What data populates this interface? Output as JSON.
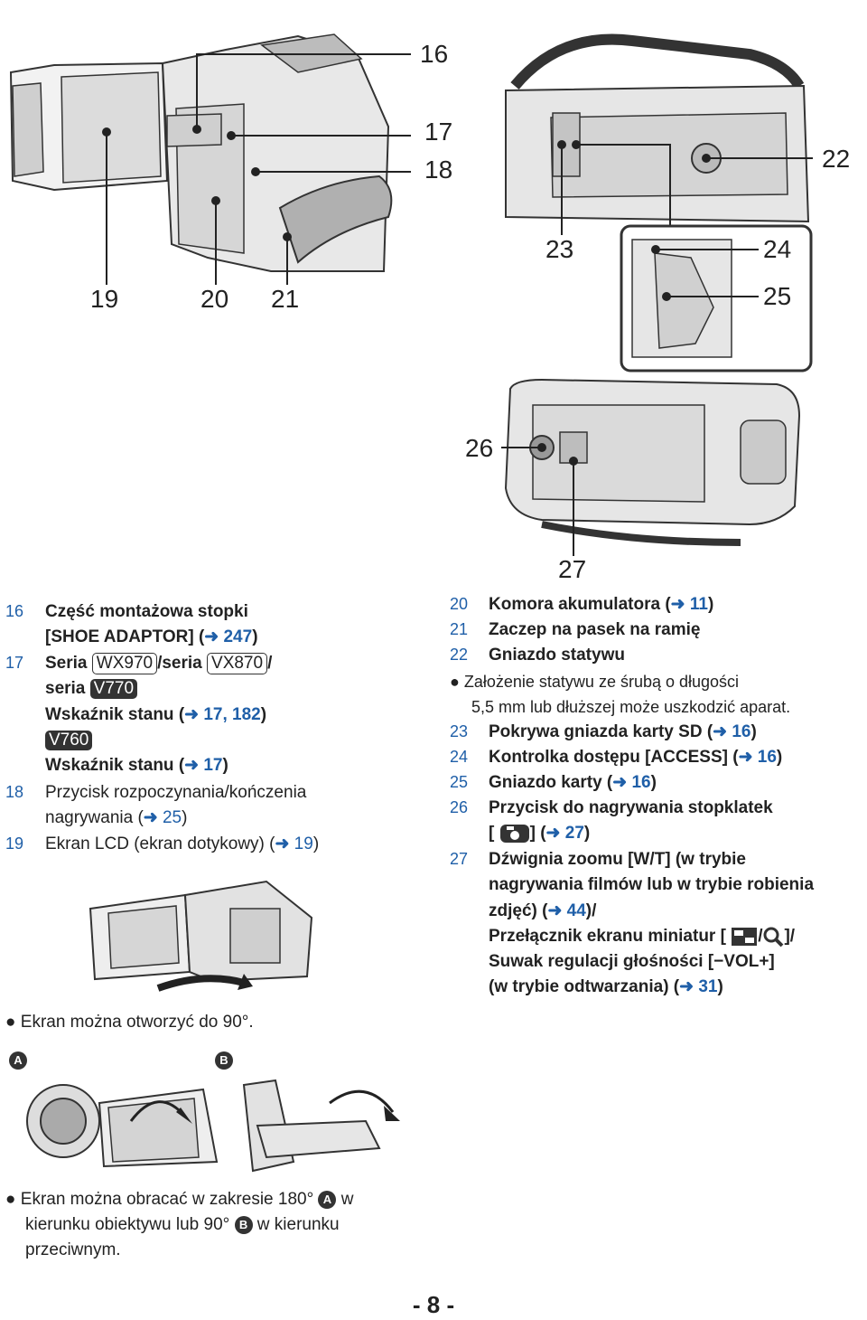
{
  "callouts": {
    "c16": "16",
    "c17": "17",
    "c18": "18",
    "c19": "19",
    "c20": "20",
    "c21": "21",
    "c22": "22",
    "c23": "23",
    "c24": "24",
    "c25": "25",
    "c26": "26",
    "c27": "27"
  },
  "left_list": [
    {
      "num": "16",
      "lines": [
        "Część montażowa stopki",
        "[SHOE ADAPTOR] (",
        "247",
        ")"
      ]
    },
    {
      "num": "17",
      "seria": "Seria",
      "model1": "WX970",
      "sep": "/seria",
      "model2": "VX870",
      "slash": "/",
      "seria2": "seria",
      "model3": "V770",
      "status1": "Wskaźnik stanu (",
      "ref1": "17, 182",
      "close1": ")",
      "model4": "V760",
      "status2": "Wskaźnik stanu (",
      "ref2": "17",
      "close2": ")"
    },
    {
      "num": "18",
      "line1": "Przycisk rozpoczynania/kończenia",
      "line2": "nagrywania (",
      "ref": "25",
      "close": ")"
    },
    {
      "num": "19",
      "line1": "Ekran LCD (ekran dotykowy) (",
      "ref": "19",
      "close": ")"
    }
  ],
  "right_list": {
    "i20": {
      "num": "20",
      "text": "Komora akumulatora (",
      "ref": "11",
      "close": ")"
    },
    "i21": {
      "num": "21",
      "text": "Zaczep na pasek na ramię"
    },
    "i22": {
      "num": "22",
      "text": "Gniazdo statywu"
    },
    "note22a": "Założenie statywu ze śrubą o długości",
    "note22b": "5,5 mm lub dłuższej może uszkodzić aparat.",
    "i23": {
      "num": "23",
      "text": "Pokrywa gniazda karty SD (",
      "ref": "16",
      "close": ")"
    },
    "i24": {
      "num": "24",
      "text": "Kontrolka dostępu [ACCESS] (",
      "ref": "16",
      "close": ")"
    },
    "i25": {
      "num": "25",
      "text": "Gniazdo karty (",
      "ref": "16",
      "close": ")"
    },
    "i26": {
      "num": "26",
      "text": "Przycisk do nagrywania stopklatek",
      "line2a": "[",
      "line2b": "] (",
      "ref": "27",
      "close": ")"
    },
    "i27": {
      "num": "27",
      "l1": "Dźwignia zoomu [W/T] (w trybie",
      "l2": "nagrywania filmów lub w trybie robienia",
      "l3a": "zdjęć) (",
      "l3ref": "44",
      "l3b": ")/",
      "l4a": "Przełącznik ekranu miniatur [",
      "l4b": "/",
      "l4c": "]/",
      "l5": "Suwak regulacji głośności [−VOL+]",
      "l6a": "(w trybie odtwarzania) (",
      "l6ref": "31",
      "l6b": ")"
    }
  },
  "bullets": {
    "open90": "Ekran można otworzyć do 90°.",
    "rotate_a": "Ekran można obracać w zakresie 180°",
    "rotate_b": "w",
    "rotate_line2a": "kierunku obiektywu lub 90°",
    "rotate_line2b": "w kierunku",
    "rotate_line3": "przeciwnym."
  },
  "labels": {
    "a": "A",
    "b": "B"
  },
  "icons": [
    "camera-icon",
    "thumbnail-grid-icon",
    "magnifier-icon",
    "arrow-right-icon"
  ],
  "page_number": "- 8 -"
}
